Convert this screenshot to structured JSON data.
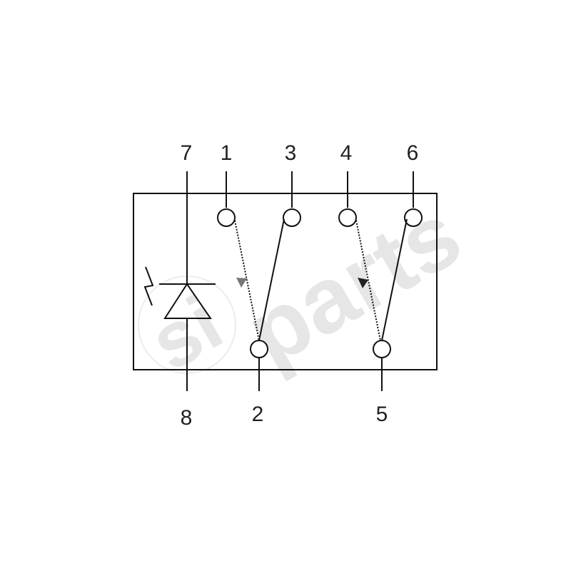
{
  "pins": {
    "p7": "7",
    "p1": "1",
    "p3": "3",
    "p4": "4",
    "p6": "6",
    "p8": "8",
    "p2": "2",
    "p5": "5"
  },
  "watermark": "si parts",
  "colors": {
    "line": "#111111",
    "watermark": "#e6e6e6"
  }
}
